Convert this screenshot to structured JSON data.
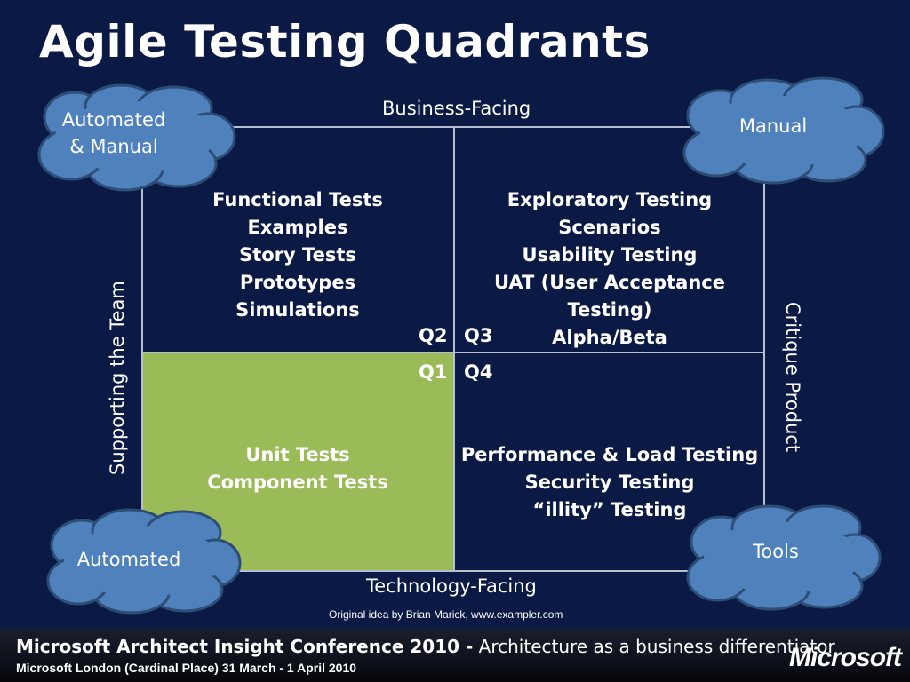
{
  "title": "Agile Testing Quadrants",
  "axes": {
    "top": "Business-Facing",
    "bottom": "Technology-Facing",
    "left": "Supporting the Team",
    "right": "Critique Product"
  },
  "quadrants": {
    "q2": {
      "label": "Q2",
      "items": [
        "Functional Tests",
        "Examples",
        "Story Tests",
        "Prototypes",
        "Simulations"
      ]
    },
    "q3": {
      "label": "Q3",
      "items": [
        "Exploratory Testing",
        "Scenarios",
        "Usability Testing",
        "UAT (User Acceptance Testing)",
        "Alpha/Beta"
      ]
    },
    "q1": {
      "label": "Q1",
      "items": [
        "Unit Tests",
        "Component Tests"
      ]
    },
    "q4": {
      "label": "Q4",
      "items": [
        "Performance & Load Testing",
        "Security Testing",
        "“illity” Testing"
      ]
    }
  },
  "clouds": {
    "top_left": {
      "line1": "Automated",
      "line2": "& Manual"
    },
    "top_right": "Manual",
    "bottom_left": "Automated",
    "bottom_right": "Tools"
  },
  "credit": "Original idea by Brian Marick, www.exampler.com",
  "footer": {
    "conference": "Microsoft Architect Insight Conference 2010 -",
    "tagline": " Architecture as a business differentiator",
    "venue": "Microsoft London (Cardinal Place) 31 March - 1 April 2010",
    "logo": "Microsoft"
  },
  "colors": {
    "background": "#0b1a45",
    "q1_fill": "#9bbb59",
    "cloud_fill": "#4f81bd",
    "cloud_stroke": "#2c4d75"
  }
}
